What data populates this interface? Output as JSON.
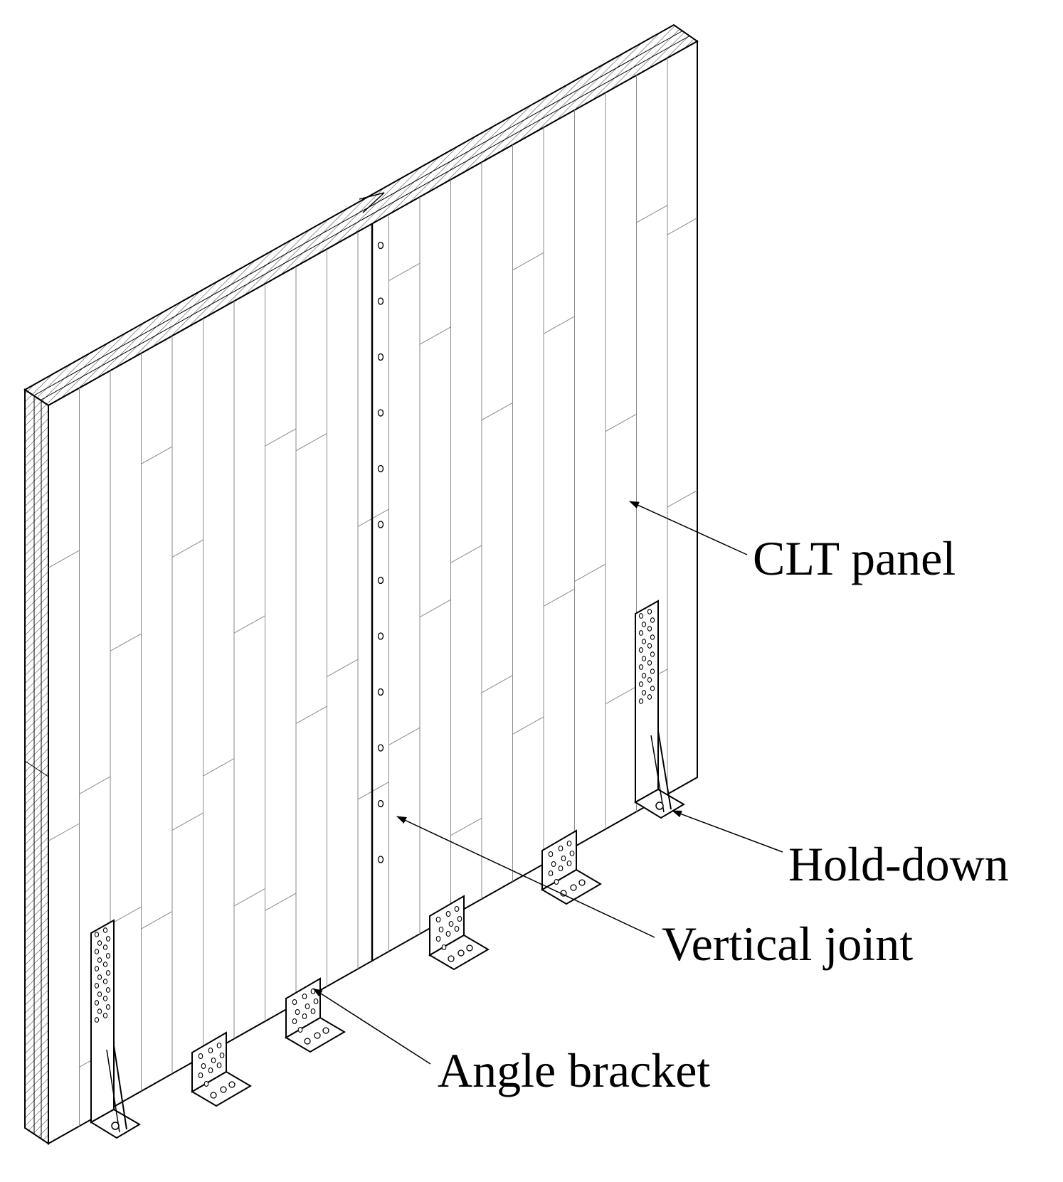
{
  "labels": {
    "clt_panel": "CLT panel",
    "hold_down": "Hold-down",
    "vertical_joint": "Vertical joint",
    "angle_bracket": "Angle bracket"
  },
  "colors": {
    "line": "#000000",
    "thin_line": "#8a8a8a",
    "background": "#ffffff"
  }
}
